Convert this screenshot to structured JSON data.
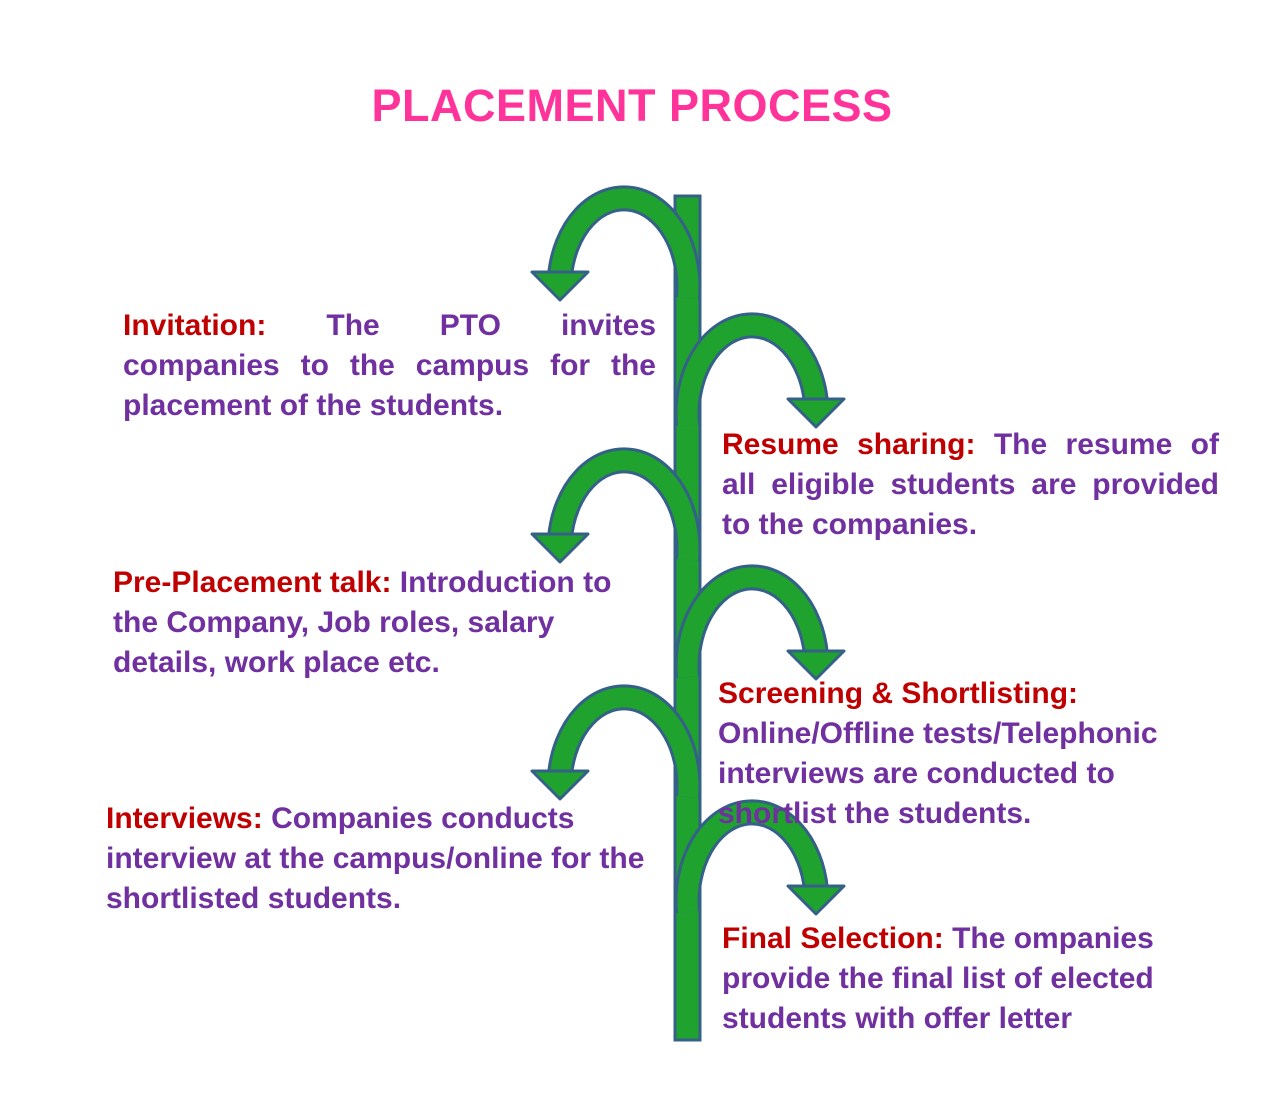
{
  "title": "PLACEMENT PROCESS",
  "colors": {
    "title": "#ff3399",
    "heading": "#c00000",
    "body": "#7030a0",
    "arrow_fill": "#1fa22e",
    "arrow_outline": "#356088"
  },
  "steps": [
    {
      "heading": "Invitation:",
      "text": "The PTO invites companies to the campus for the placement of the students.",
      "side": "left"
    },
    {
      "heading": "Resume sharing:",
      "text": "The resume of all eligible students are provided to the companies.",
      "side": "right"
    },
    {
      "heading": "Pre-Placement talk:",
      "text": "Introduction to the Company, Job roles, salary details, work place etc.",
      "side": "left"
    },
    {
      "heading": "Screening & Shortlisting:",
      "text": "Online/Offline tests/Telephonic interviews are conducted to shortlist the students.",
      "side": "right"
    },
    {
      "heading": "Interviews:",
      "text": "Companies conducts interview at the campus/online for the shortlisted students.",
      "side": "left"
    },
    {
      "heading": "Final Selection:",
      "text": "The ompanies provide the final list of elected students with offer letter",
      "side": "right"
    }
  ]
}
